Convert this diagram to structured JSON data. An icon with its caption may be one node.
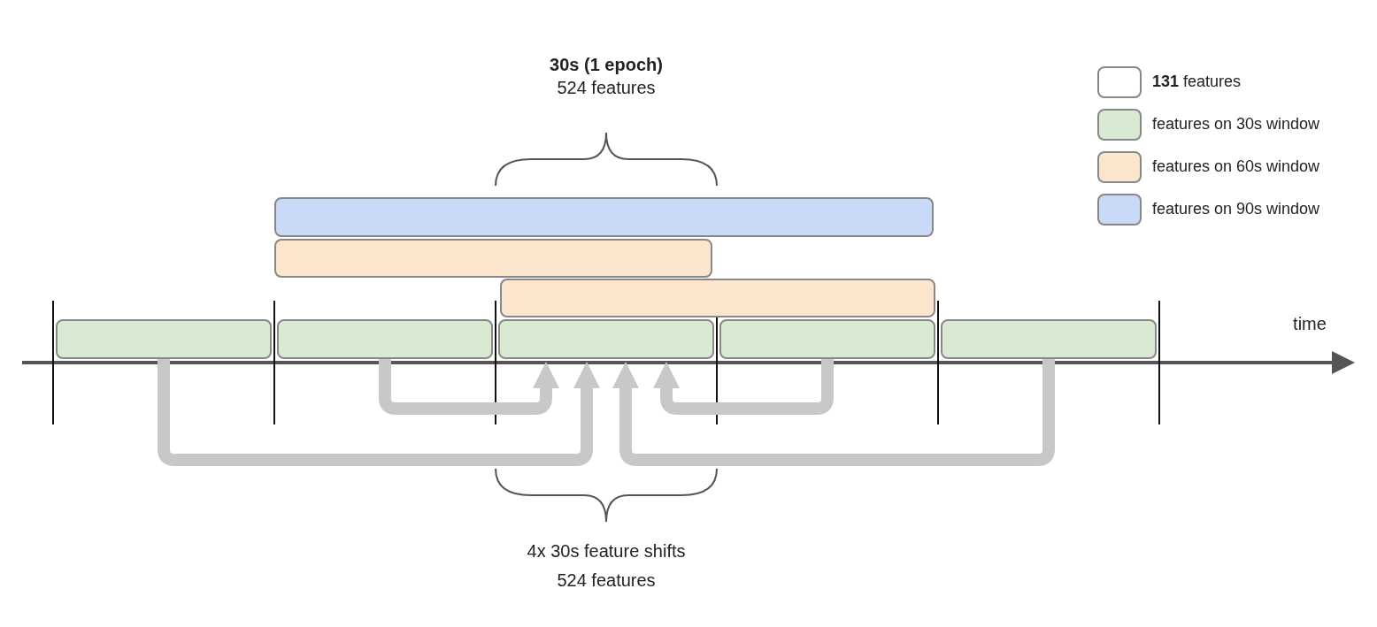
{
  "diagram": {
    "nodes": [
      {
        "text": [],
        "shape": "bar"
      },
      {
        "text": [],
        "shape": "bar"
      },
      {
        "text": [],
        "shape": "bar"
      },
      {
        "text": [],
        "shape": "bar"
      },
      {
        "text": [],
        "shape": "bar"
      },
      {
        "text": [],
        "shape": "bar"
      },
      {
        "text": [],
        "shape": "bar"
      },
      {
        "text": [],
        "shape": "bar"
      }
    ],
    "edges": [
      {
        "from": 3,
        "to": 5,
        "arrow": "to"
      },
      {
        "from": 4,
        "to": 5,
        "arrow": "to"
      },
      {
        "from": 6,
        "to": 5,
        "arrow": "to"
      },
      {
        "from": 7,
        "to": 5,
        "arrow": "to"
      }
    ],
    "labels": [
      "30s (1 epoch)",
      "524 features",
      "time",
      "4x 30s feature shifts",
      "524 features"
    ],
    "legend": [
      {
        "text": "**131** features",
        "color": "#ffffff"
      },
      {
        "text": "features on 30s window",
        "color": "#d9ead3"
      },
      {
        "text": "features on 60s window",
        "color": "#fce5cd"
      },
      {
        "text": "features on 90s window",
        "color": "#c9daf8"
      }
    ]
  }
}
